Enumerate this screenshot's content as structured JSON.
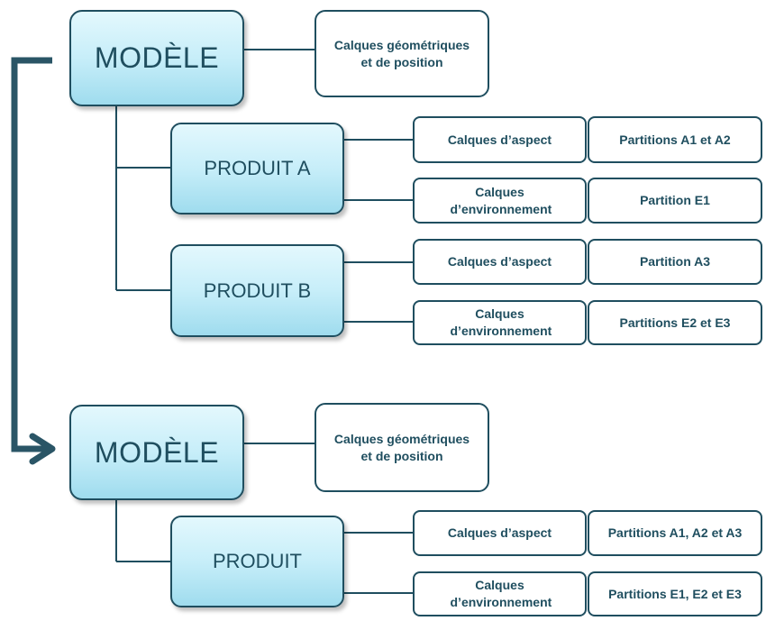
{
  "accent": "#1f4e5f",
  "top": {
    "model": "MODÈLE",
    "geometry": "Calques géométriques et de position",
    "product_a": {
      "label": "PRODUIT A",
      "aspect": "Calques d’aspect",
      "aspect_partitions": "Partitions A1 et A2",
      "environment": "Calques d’environnement",
      "environment_partitions": "Partition E1"
    },
    "product_b": {
      "label": "PRODUIT B",
      "aspect": "Calques d’aspect",
      "aspect_partitions": "Partition A3",
      "environment": "Calques d’environnement",
      "environment_partitions": "Partitions E2 et E3"
    }
  },
  "bottom": {
    "model": "MODÈLE",
    "geometry": "Calques géométriques et de position",
    "product": {
      "label": "PRODUIT",
      "aspect": "Calques d’aspect",
      "aspect_partitions": "Partitions A1, A2 et A3",
      "environment": "Calques d’environnement",
      "environment_partitions": "Partitions E1, E2 et E3"
    }
  }
}
